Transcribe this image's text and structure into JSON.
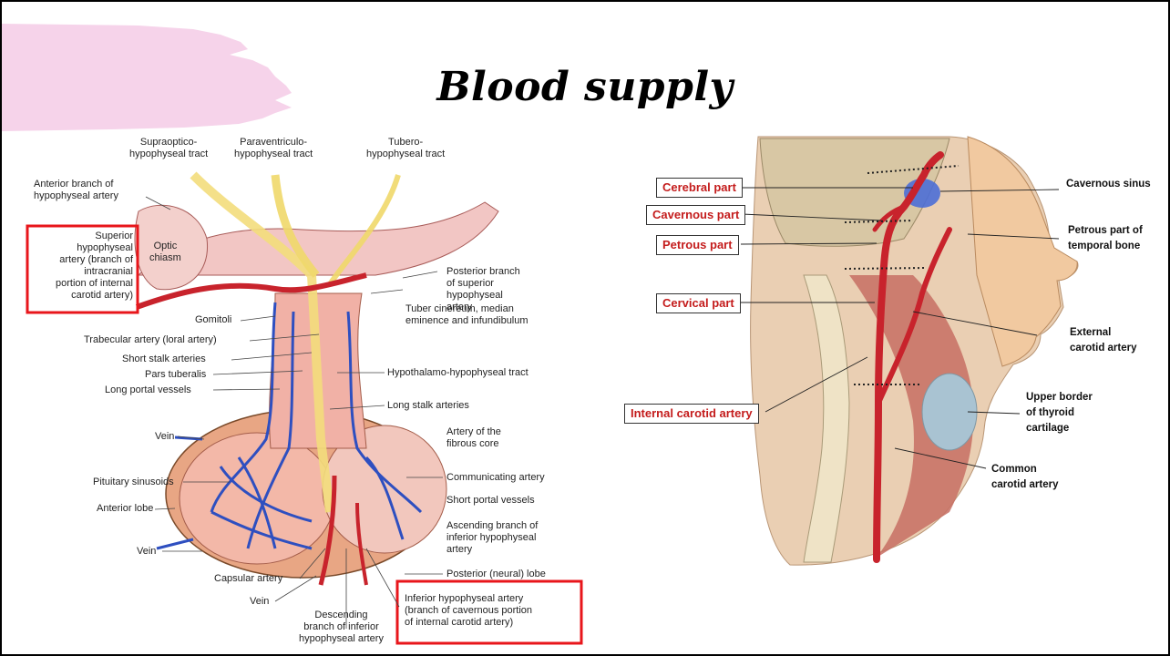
{
  "title": "Blood supply",
  "pituitary_labels": {
    "supraoptico": "Supraoptico-\nhypophyseal tract",
    "paraventriculo": "Paraventriculo-\nhypophyseal tract",
    "tubero": "Tubero-\nhypophyseal tract",
    "anterior_branch": "Anterior branch of\nhypophyseal artery",
    "superior_hypophyseal": "Superior\nhypophyseal\nartery (branch of\nintracranial\nportion of internal\ncarotid artery)",
    "optic_chiasm": "Optic\nchiasm",
    "posterior_branch": "Posterior branch\nof superior\nhypophyseal\nartery",
    "tuber_cinereum": "Tuber cinereum, median\neminence and infundibulum",
    "gomitoli": "Gomitoli",
    "trabecular": "Trabecular artery (loral artery)",
    "short_stalk": "Short stalk arteries",
    "pars_tuberalis": "Pars tuberalis",
    "long_portal": "Long portal vessels",
    "hypothalamo": "Hypothalamo-hypophyseal tract",
    "long_stalk": "Long stalk arteries",
    "vein_1": "Vein",
    "artery_fibrous": "Artery of the\nfibrous core",
    "pituitary_sinusoids": "Pituitary sinusoids",
    "communicating": "Communicating artery",
    "anterior_lobe": "Anterior lobe",
    "short_portal": "Short portal vessels",
    "ascending_branch": "Ascending branch of\ninferior hypophyseal\nartery",
    "vein_2": "Vein",
    "posterior_lobe": "Posterior (neural) lobe",
    "capsular": "Capsular artery",
    "vein_3": "Vein",
    "descending_branch": "Descending\nbranch of inferior\nhypophyseal artery",
    "inferior_hypophyseal": "Inferior hypophyseal artery\n(branch of cavernous portion\nof internal carotid artery)"
  },
  "carotid_tags": {
    "cerebral": "Cerebral part",
    "cavernous": "Cavernous part",
    "petrous": "Petrous part",
    "cervical": "Cervical part",
    "internal": "Internal carotid artery"
  },
  "carotid_labels": {
    "cavernous_sinus": "Cavernous sinus",
    "petrous_bone": "Petrous part of\ntemporal bone",
    "external_carotid": "External\ncarotid artery",
    "upper_border": "Upper border\nof thyroid\ncartilage",
    "common_carotid": "Common\ncarotid artery"
  },
  "colors": {
    "highlight": "#e8161b",
    "tag_text": "#c41c1c",
    "brush": "#f6d3ea",
    "artery": "#c8232c",
    "vein": "#2e4fc0"
  }
}
